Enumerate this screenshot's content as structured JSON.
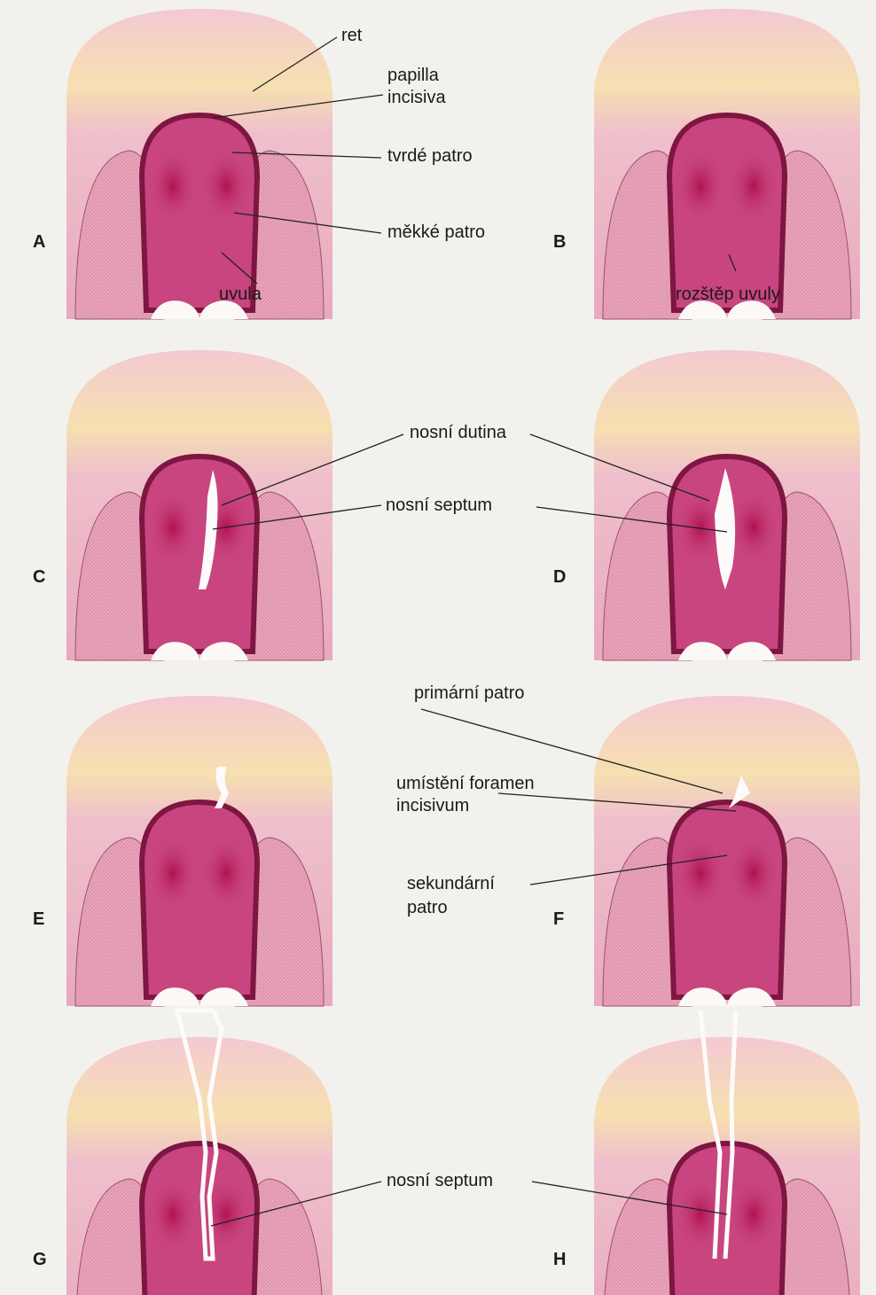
{
  "panels": [
    {
      "letter": "A"
    },
    {
      "letter": "B"
    },
    {
      "letter": "C"
    },
    {
      "letter": "D"
    },
    {
      "letter": "E"
    },
    {
      "letter": "F"
    },
    {
      "letter": "G"
    },
    {
      "letter": "H"
    }
  ],
  "labels": {
    "ret": "ret",
    "papilla_1": "papilla",
    "papilla_2": "incisiva",
    "tvrde_patro": "tvrdé patro",
    "mekke_patro": "měkké patro",
    "uvula": "uvula",
    "rozstep_uvuly": "rozštěp uvuly",
    "nosni_dutina": "nosní dutina",
    "nosni_septum_cd": "nosní septum",
    "primarni_patro": "primární patro",
    "foramen_1": "umístění foramen",
    "foramen_2": "incisivum",
    "sekundarni_1": "sekundární",
    "sekundarni_2": "patro",
    "nosni_septum_gh": "nosní septum"
  },
  "colors": {
    "palate_dark": "#8e1c4c",
    "palate_fill": "#c8457f",
    "tissue_pink": "#efbfcb",
    "yellow_band": "#f6e0a8"
  }
}
